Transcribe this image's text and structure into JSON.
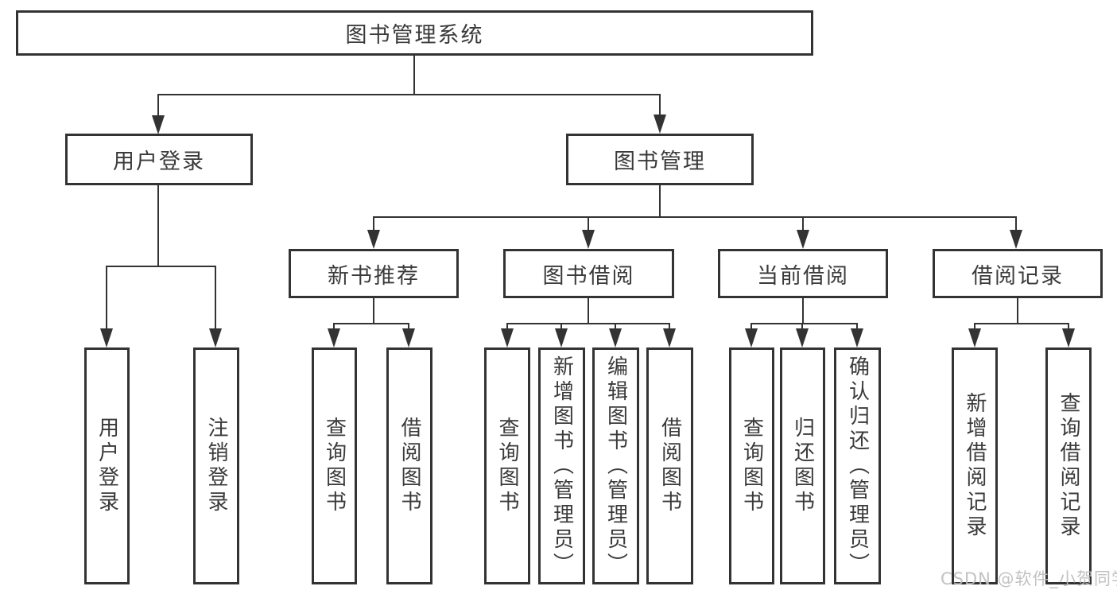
{
  "nodes": {
    "root": "图书管理系统",
    "level2": [
      "用户登录",
      "图书管理"
    ],
    "level3": [
      "新书推荐",
      "图书借阅",
      "当前借阅",
      "借阅记录"
    ],
    "leaves": [
      "用户登录",
      "注销登录",
      "查询图书",
      "借阅图书",
      "查询图书",
      "新增图书（管理员）",
      "编辑图书（管理员）",
      "借阅图书",
      "查询图书",
      "归还图书",
      "确认归还（管理员）",
      "新增借阅记录",
      "查询借阅记录"
    ]
  },
  "watermark": "CSDN @软件_小贺同学",
  "colors": {
    "line": "#333333",
    "text": "#3a3a3a",
    "watermark": "#bdbdbd",
    "background": "#ffffff"
  }
}
